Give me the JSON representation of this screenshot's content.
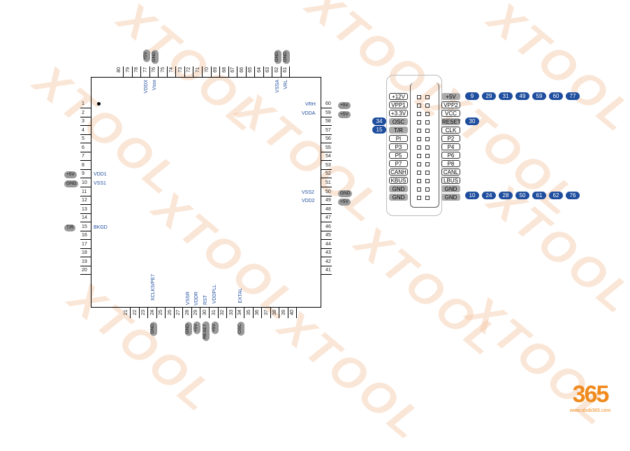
{
  "watermark": "XTOOL",
  "chip": {
    "left_pins": [
      "1",
      "2",
      "3",
      "4",
      "5",
      "6",
      "7",
      "8",
      "9",
      "10",
      "11",
      "12",
      "13",
      "14",
      "15",
      "16",
      "17",
      "18",
      "19",
      "20"
    ],
    "bottom_pins": [
      "21",
      "22",
      "23",
      "24",
      "25",
      "26",
      "27",
      "28",
      "29",
      "30",
      "31",
      "32",
      "33",
      "34",
      "35",
      "36",
      "37",
      "38",
      "39",
      "40"
    ],
    "right_pins": [
      "60",
      "59",
      "58",
      "57",
      "56",
      "55",
      "54",
      "53",
      "52",
      "51",
      "50",
      "49",
      "48",
      "47",
      "46",
      "45",
      "44",
      "43",
      "42",
      "41"
    ],
    "top_pins": [
      "80",
      "79",
      "78",
      "77",
      "76",
      "75",
      "74",
      "73",
      "72",
      "71",
      "70",
      "69",
      "68",
      "67",
      "66",
      "65",
      "64",
      "63",
      "62",
      "61"
    ],
    "left_signals": [
      {
        "pin": "9",
        "name": "VDD1",
        "tag": "+5V"
      },
      {
        "pin": "10",
        "name": "VSS1",
        "tag": "GND"
      },
      {
        "pin": "15",
        "name": "BKGD",
        "tag": "T/R"
      }
    ],
    "right_signals": [
      {
        "pin": "60",
        "name": "VRH",
        "tag": "+5V"
      },
      {
        "pin": "59",
        "name": "VDDA",
        "tag": "+5V"
      },
      {
        "pin": "50",
        "name": "VSS2",
        "tag": "GND"
      },
      {
        "pin": "49",
        "name": "VDD2",
        "tag": "+5V"
      }
    ],
    "top_signals": [
      {
        "pin": "77",
        "name": "VDDX",
        "tag": "+5V"
      },
      {
        "pin": "76",
        "name": "Vssx",
        "tag": "GND"
      },
      {
        "pin": "62",
        "name": "VSSA",
        "tag": "GND"
      },
      {
        "pin": "61",
        "name": "VRL",
        "tag": "GND"
      }
    ],
    "bottom_signals": [
      {
        "pin": "24",
        "name": "XCLKS/PE7",
        "tag": "GND"
      },
      {
        "pin": "28",
        "name": "VSSR",
        "tag": "GND"
      },
      {
        "pin": "29",
        "name": "VDDR",
        "tag": "+5V"
      },
      {
        "pin": "30",
        "name": "RST",
        "tag": "RESET"
      },
      {
        "pin": "31",
        "name": "VDDPLL",
        "tag": "+5V"
      },
      {
        "pin": "34",
        "name": "EXTAL",
        "tag": "OSC"
      }
    ]
  },
  "connector": {
    "left": [
      {
        "l": "+12V"
      },
      {
        "l": "VPP1"
      },
      {
        "l": "+3.3V"
      },
      {
        "l": "OSC",
        "g": 1
      },
      {
        "l": "T/R",
        "g": 1
      },
      {
        "l": "PI"
      },
      {
        "l": "P3"
      },
      {
        "l": "P5"
      },
      {
        "l": "P7"
      },
      {
        "l": "CANH"
      },
      {
        "l": "KBUS"
      },
      {
        "l": "GND",
        "g": 1
      },
      {
        "l": "GND",
        "g": 1
      }
    ],
    "right": [
      {
        "l": "+5V",
        "g": 1
      },
      {
        "l": "VPP2"
      },
      {
        "l": "VCC"
      },
      {
        "l": "RESET",
        "g": 1
      },
      {
        "l": "CLK"
      },
      {
        "l": "P2"
      },
      {
        "l": "P4"
      },
      {
        "l": "P6"
      },
      {
        "l": "P8"
      },
      {
        "l": "CANL"
      },
      {
        "l": "LBUS"
      },
      {
        "l": "GND",
        "g": 1
      },
      {
        "l": "GND",
        "g": 1
      }
    ],
    "osc_pins": [
      "34"
    ],
    "tr_pins": [
      "15"
    ],
    "plus5v_pins": [
      "9",
      "29",
      "31",
      "49",
      "59",
      "60",
      "77"
    ],
    "reset_pins": [
      "30"
    ],
    "gnd_pins": [
      "10",
      "24",
      "28",
      "50",
      "61",
      "62",
      "76"
    ]
  },
  "logo": {
    "text": "365",
    "url": "www.obdii365.com"
  },
  "colors": {
    "accent": "#1f4e9e",
    "pill": "#999999",
    "logo_orange": "#f08a1c"
  }
}
